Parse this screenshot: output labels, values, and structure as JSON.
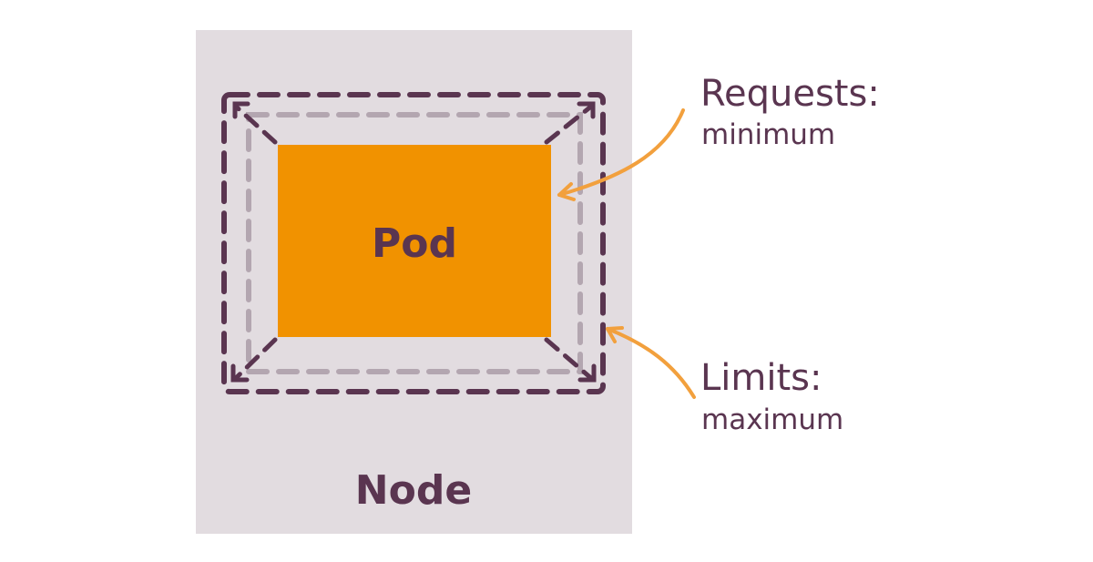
{
  "colors": {
    "node_fill": "#e2dce0",
    "pod_fill": "#f19200",
    "text_dark": "#5a3550",
    "dash_dark": "#5a3550",
    "dash_light": "#b3a6b0",
    "annotation_arrow": "#f2a03d"
  },
  "node": {
    "label": "Node"
  },
  "pod": {
    "label": "Pod"
  },
  "annotations": {
    "requests": {
      "title": "Requests:",
      "subtitle": "minimum"
    },
    "limits": {
      "title": "Limits:",
      "subtitle": "maximum"
    }
  }
}
